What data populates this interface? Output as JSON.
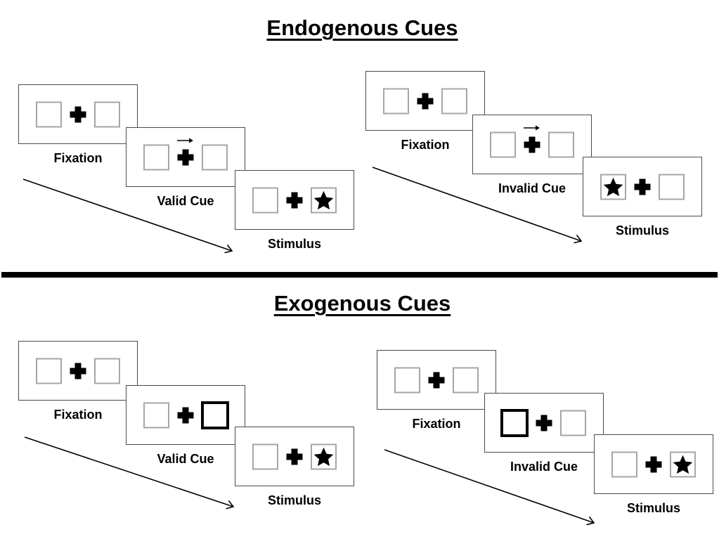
{
  "titles": {
    "endogenous": "Endogenous Cues",
    "exogenous": "Exogenous Cues"
  },
  "icons": {
    "star": "★",
    "fixation_cross": "heavy-plus",
    "central_cue": "right-arrow"
  },
  "colors": {
    "ink": "#000000",
    "panel_border": "#4a4a4a",
    "box_border": "#a6a6a6",
    "background": "#ffffff"
  },
  "sequences": [
    {
      "section": "Endogenous Cues",
      "condition": "valid",
      "cue": "central-arrow-pointing-right",
      "stimulus_side": "right",
      "steps": [
        {
          "label": "Fixation"
        },
        {
          "label": "Valid Cue"
        },
        {
          "label": "Stimulus"
        }
      ]
    },
    {
      "section": "Endogenous Cues",
      "condition": "invalid",
      "cue": "central-arrow-pointing-right",
      "stimulus_side": "left",
      "steps": [
        {
          "label": "Fixation"
        },
        {
          "label": "Invalid Cue"
        },
        {
          "label": "Stimulus"
        }
      ]
    },
    {
      "section": "Exogenous Cues",
      "condition": "valid",
      "cue": "thick-box-right",
      "stimulus_side": "right",
      "steps": [
        {
          "label": "Fixation"
        },
        {
          "label": "Valid Cue"
        },
        {
          "label": "Stimulus"
        }
      ]
    },
    {
      "section": "Exogenous Cues",
      "condition": "invalid",
      "cue": "thick-box-left",
      "stimulus_side": "right",
      "steps": [
        {
          "label": "Fixation"
        },
        {
          "label": "Invalid Cue"
        },
        {
          "label": "Stimulus"
        }
      ]
    }
  ]
}
